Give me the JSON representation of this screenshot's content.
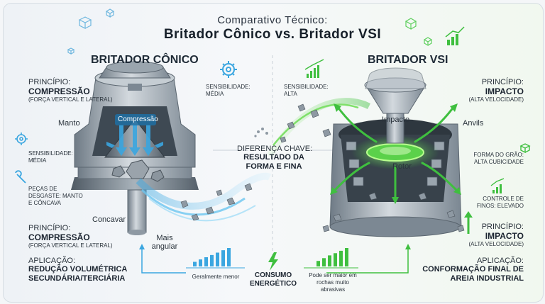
{
  "header": {
    "title_line1": "Comparativo Técnico:",
    "title_line2": "Britador Cônico vs. Britador VSI"
  },
  "left": {
    "heading": "Britador Cônico",
    "principle_label": "Princípio:",
    "principle_value": "Compressão",
    "principle_detail": "(Força vertical e lateral)",
    "manto": "Manto",
    "compressao_tag": "Compressão",
    "sensitivity": "Sensibilidade: média",
    "wear_parts": "Peças de desgaste: manto e côncava",
    "concavar": "Concavar",
    "principle2_label": "Princípio:",
    "principle2_value": "Compressão",
    "principle2_detail": "(Força vertical e lateral)",
    "mais_angular": "Mais angular",
    "app_label": "Aplicação:",
    "app_value": "Redução volumétrica secundária/terciária",
    "energy_note": "Geralmente menor"
  },
  "center": {
    "sensitivity_left": "Sensibilidade: média",
    "sensitivity_right": "Sensibilidade: alta",
    "key_label": "Diferença chave:",
    "key_value": "Resultado da forma e fina",
    "energy_label": "Consumo energético"
  },
  "right": {
    "heading": "Britador VSI",
    "principle_label": "Princípio:",
    "principle_value": "Impacto",
    "principle_detail": "(Alta velocidade)",
    "impacto_tag": "Impacto",
    "anvils": "Anvils",
    "rotor": "Rotor",
    "grain_shape": "Forma do grão: alta cubicidade",
    "fines_control": "Controle de finos: elevado",
    "principle2_label": "Princípio:",
    "principle2_value": "Impacto",
    "principle2_detail": "(Alta velocidade)",
    "app_label": "Aplicação:",
    "app_value": "Conformação final de areia industrial",
    "energy_note": "Pode ser maior em rochas muito abrasivas"
  },
  "colors": {
    "cone_accent": "#3aa6e0",
    "vsi_accent": "#3fbf3f",
    "steel": "#8e99a3"
  },
  "bars": {
    "left_levels": [
      0.25,
      0.38,
      0.5,
      0.62,
      0.75,
      0.88,
      1.0
    ],
    "right_levels": [
      0.3,
      0.45,
      0.6,
      0.72,
      0.85,
      1.0
    ]
  }
}
